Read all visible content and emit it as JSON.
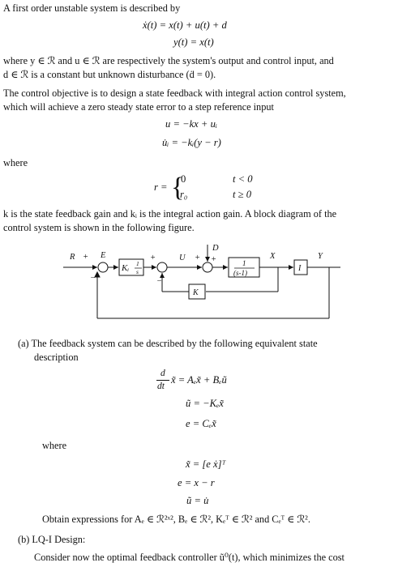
{
  "intro": {
    "line1": "A first order unstable system is described by",
    "eq1": "ẋ(t) = x(t) + u(t) + d",
    "eq2": "y(t) = x(t)",
    "where1a": "where  y ∈ ℛ  and  u ∈ ℛ  are respectively the system's output and control input, and",
    "where1b": "d ∈ ℛ  is a constant but unknown disturbance (ḋ = 0).",
    "obj1": "The control objective is to design a state feedback with integral action control system,",
    "obj2": "which will achieve a zero steady state error to a step reference input",
    "eq3": "u = −kx + uᵢ",
    "eq4": "u̇ᵢ = −kᵢ(y − r)",
    "where2": "where",
    "r_lhs": "r =",
    "r_case1_val": "0",
    "r_case1_cond": "t < 0",
    "r_case2_val": "r₀",
    "r_case2_cond": "t ≥ 0",
    "gains1": "k  is the state feedback gain and  kᵢ  is the integral action gain. A block diagram of the",
    "gains2": "control system is shown in the following figure."
  },
  "diagram": {
    "label_R": "R",
    "label_plus1": "+",
    "label_E": "E",
    "label_minus1": "−",
    "block_ki": "Kᵢ",
    "block_ki_num": "1",
    "block_ki_den": "s",
    "label_plus2": "+",
    "label_minus2": "−",
    "label_U": "U",
    "label_D": "D",
    "label_plus3": "+",
    "label_plus4": "+",
    "block_plant_num": "1",
    "block_plant_den": "(s-1)",
    "label_X": "X",
    "block_I": "I",
    "label_Y": "Y",
    "block_K": "K"
  },
  "part_a": {
    "head1": "(a) The feedback system can be described by the following equivalent state",
    "head2": "description",
    "eq_d": "d",
    "eq_dt": "dt",
    "eq1_rhs": "x̃ = Aₑx̃ + Bₑũ",
    "eq2": "ũ = −Kₑx̃",
    "eq3": "e = Cₑx̃",
    "where": "where",
    "eq4": "x̃ = [e   ẋ]ᵀ",
    "eq5": "e = x − r",
    "eq6": "ũ = u̇",
    "obtain": "Obtain expressions for  Aₑ ∈ ℛ²ˣ²,  Bₑ ∈ ℛ²,  Kₑᵀ ∈ ℛ²  and  Cₑᵀ ∈ ℛ²."
  },
  "part_b": {
    "head": "(b) LQ-I Design:",
    "line1": "Consider now the optimal feedback controller  ũ⁰(t), which minimizes the cost"
  }
}
